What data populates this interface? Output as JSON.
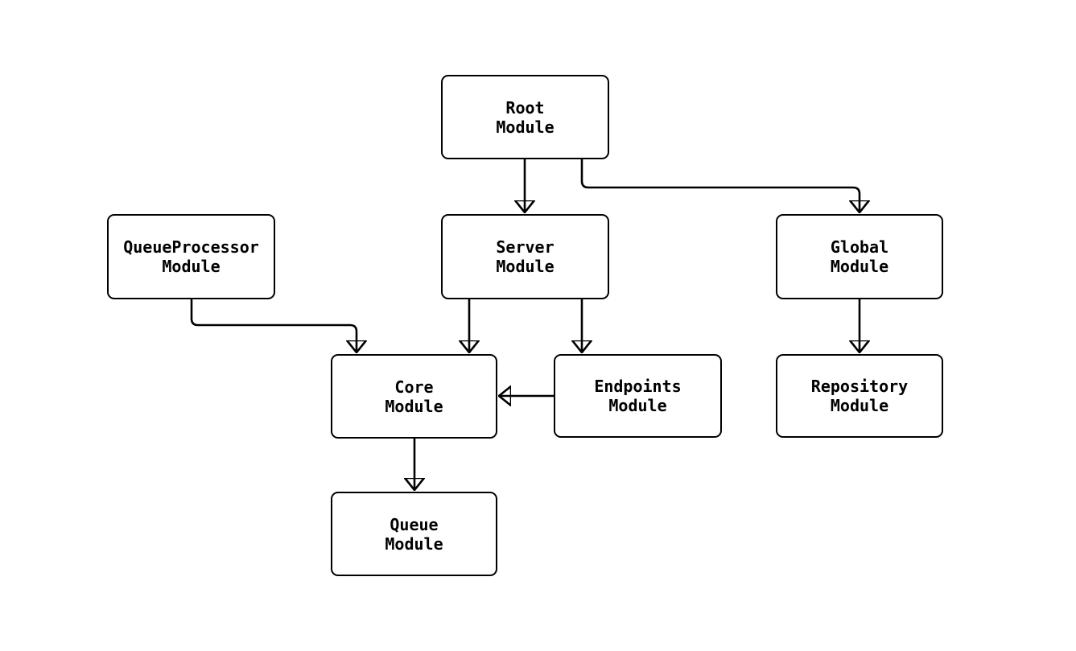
{
  "diagram": {
    "type": "module-dependency-diagram",
    "colors": {
      "background": "#ffffff",
      "node_fill": "#ffffff",
      "node_border": "#000000",
      "edge_stroke": "#000000",
      "text": "#000000"
    },
    "nodes": [
      {
        "id": "root-module",
        "label": "Root\nModule"
      },
      {
        "id": "server-module",
        "label": "Server\nModule"
      },
      {
        "id": "queueprocessor-module",
        "label": "QueueProcessor\nModule"
      },
      {
        "id": "global-module",
        "label": "Global\nModule"
      },
      {
        "id": "core-module",
        "label": "Core\nModule"
      },
      {
        "id": "endpoints-module",
        "label": "Endpoints\nModule"
      },
      {
        "id": "repository-module",
        "label": "Repository\nModule"
      },
      {
        "id": "queue-module",
        "label": "Queue\nModule"
      }
    ],
    "edges": [
      {
        "from": "Root Module",
        "to": "Server Module"
      },
      {
        "from": "Root Module",
        "to": "Global Module"
      },
      {
        "from": "QueueProcessor Module",
        "to": "Core Module"
      },
      {
        "from": "Server Module",
        "to": "Core Module"
      },
      {
        "from": "Server Module",
        "to": "Endpoints Module"
      },
      {
        "from": "Endpoints Module",
        "to": "Core Module"
      },
      {
        "from": "Global Module",
        "to": "Repository Module"
      },
      {
        "from": "Core Module",
        "to": "Queue Module"
      }
    ]
  }
}
